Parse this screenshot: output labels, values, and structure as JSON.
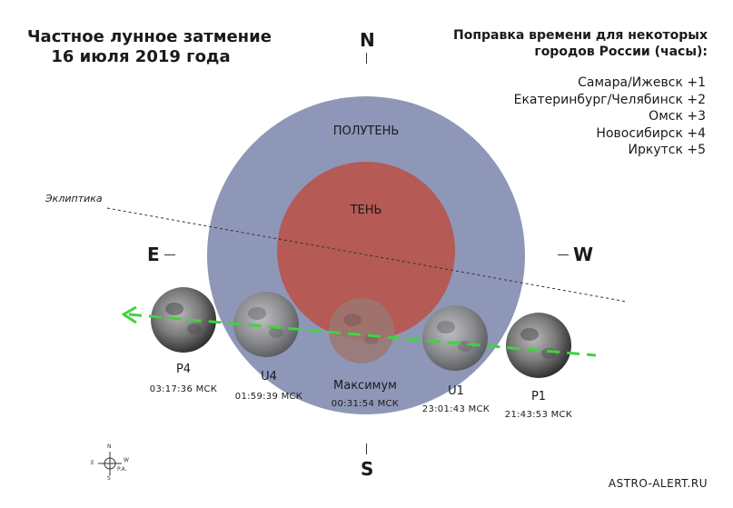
{
  "title": {
    "line1": "Частное лунное затмение",
    "line2": "16 июля 2019 года"
  },
  "correction": {
    "heading_line1": "Поправка времени для некоторых",
    "heading_line2": "городов России (часы):",
    "cities": [
      "Самара/Ижевск +1",
      "Екатеринбург/Челябинск +2",
      "Омск +3",
      "Новосибирск +4",
      "Иркутск +5"
    ]
  },
  "directions": {
    "north": "N",
    "south": "S",
    "east": "E",
    "west": "W"
  },
  "regions": {
    "penumbra": "ПОЛУТЕНЬ",
    "umbra": "ТЕНЬ",
    "ecliptic": "Эклиптика"
  },
  "phases": [
    {
      "name": "P4",
      "time": "03:17:36 МСК"
    },
    {
      "name": "U4",
      "time": "01:59:39 МСК"
    },
    {
      "name": "Максимум",
      "time": "00:31:54 МСК"
    },
    {
      "name": "U1",
      "time": "23:01:43 МСК"
    },
    {
      "name": "P1",
      "time": "21:43:53 МСК"
    }
  ],
  "mini_compass": {
    "n": "N",
    "s": "S",
    "e": "E",
    "w": "W",
    "pa": "P.A."
  },
  "site": "ASTRO-ALERT.RU",
  "colors": {
    "penumbra": "#8e97b8",
    "umbra": "#b55a55",
    "path": "#3fd43f",
    "moon": "#6e6e6e"
  }
}
